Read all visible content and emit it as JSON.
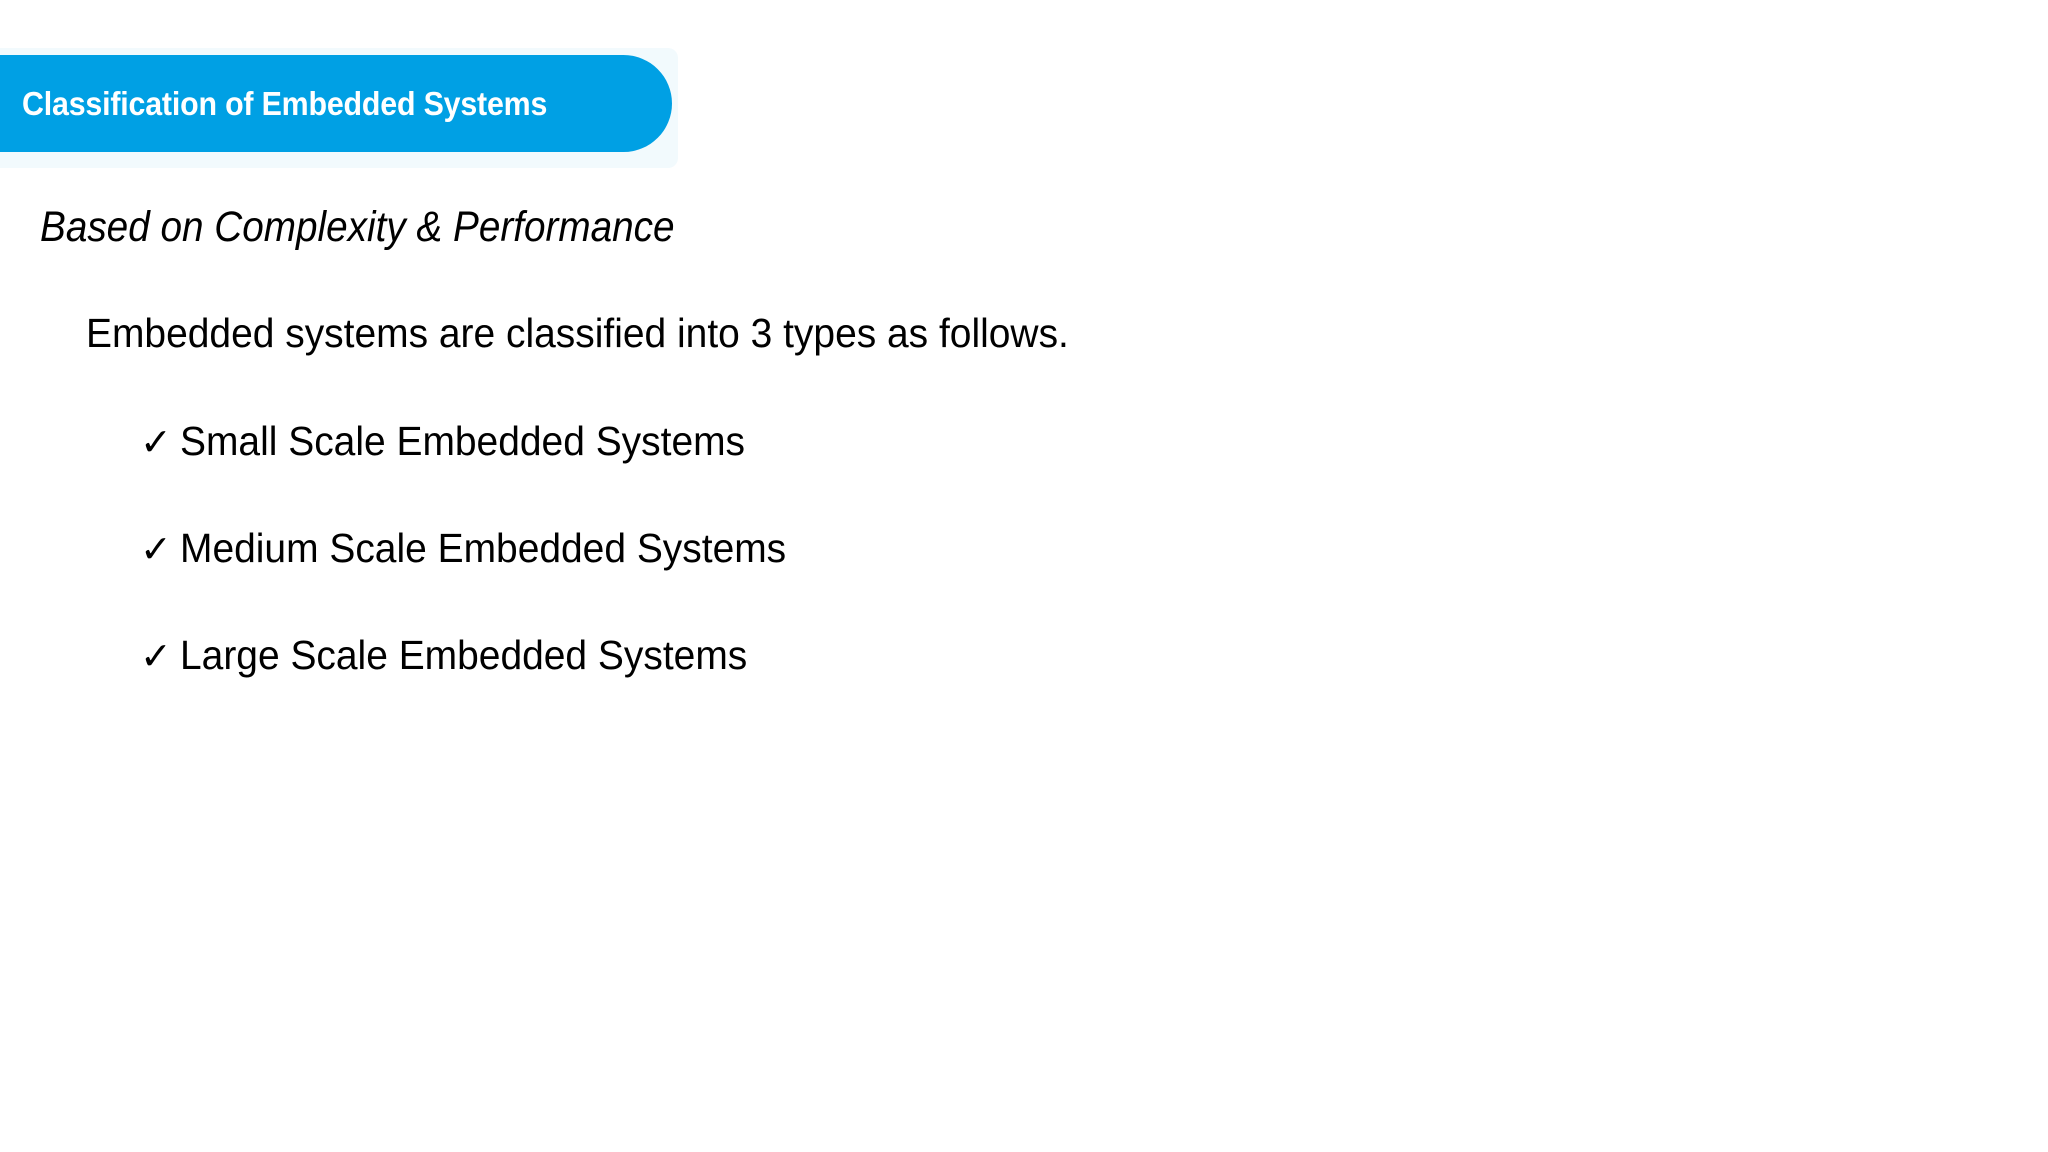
{
  "slide": {
    "background_color": "#ffffff",
    "accent_color": "#00a0e4",
    "text_color": "#000000"
  },
  "header": {
    "title": "Classification of Embedded Systems",
    "title_color": "#ffffff",
    "banner_color": "#00a0e4"
  },
  "body": {
    "subtitle": "Based on Complexity & Performance",
    "intro_line": "Embedded systems are classified into 3 types as follows.",
    "bullet_icon": "check-mark-icon",
    "bullet_glyph": "✓",
    "bullets": [
      {
        "label": "Small Scale Embedded Systems"
      },
      {
        "label": "Medium Scale Embedded Systems"
      },
      {
        "label": "Large Scale Embedded Systems"
      }
    ]
  }
}
